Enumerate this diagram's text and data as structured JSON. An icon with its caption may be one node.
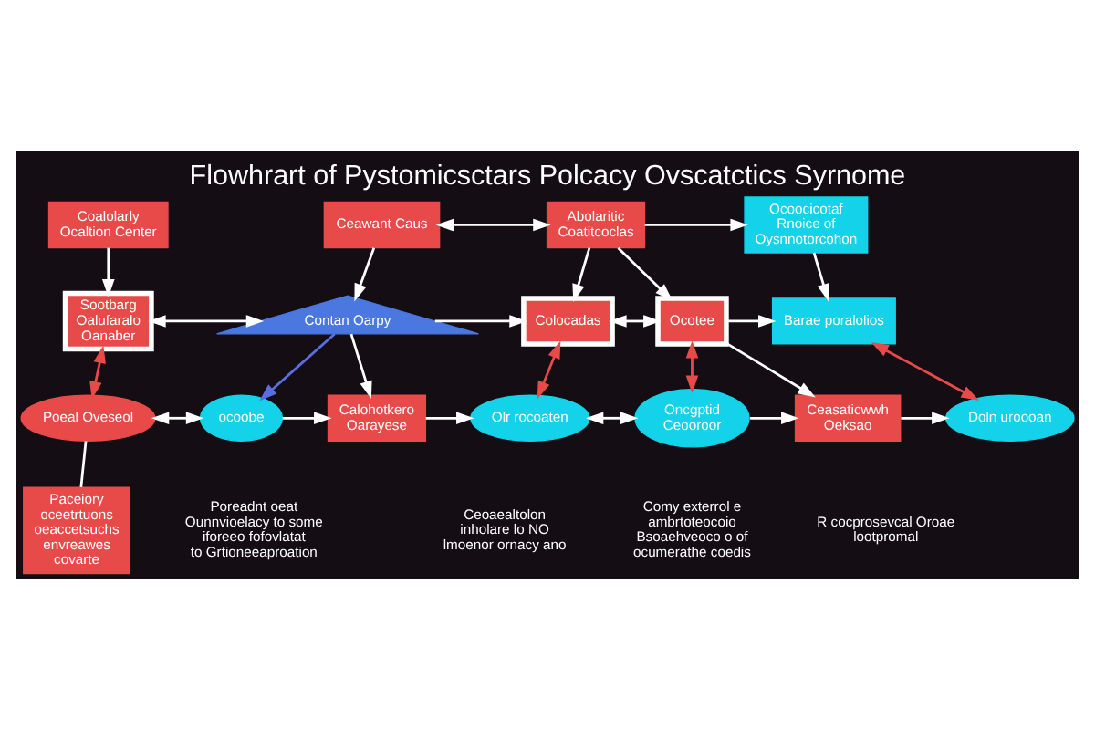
{
  "diagram": {
    "title": "Flowhrart of Pystomicsctars Polcacy Ovscatctics Syrnome",
    "nodes": [
      {
        "text": [
          "Coalolarly Ocaltion Center"
        ]
      },
      {
        "text": [
          "Ceawant Caus"
        ]
      },
      {
        "text": [
          "Abolaritic Coatitcoclas"
        ]
      },
      {
        "text": [
          "Ocoocicotaf Rnoice of Oysnnotorcohon"
        ]
      },
      {
        "text": [
          "Sootbarg Oalufaralo Oanaber"
        ]
      },
      {
        "text": [
          "Contan Oarpy"
        ]
      },
      {
        "text": [
          "Colocadas"
        ]
      },
      {
        "text": [
          "Ocotee"
        ]
      },
      {
        "text": [
          "Barae poralolios"
        ]
      },
      {
        "text": [
          "Poeal Oveseol"
        ]
      },
      {
        "text": [
          "ocoobe"
        ]
      },
      {
        "text": [
          "Calohotkero Oarayese"
        ]
      },
      {
        "text": [
          "Olr rocoaten"
        ]
      },
      {
        "text": [
          "Oncgptid Ceooroor"
        ]
      },
      {
        "text": [
          "Ceasaticwwh Oeksao"
        ]
      },
      {
        "text": [
          "Doln uroooan"
        ]
      },
      {
        "text": [
          "Paceiory oceetrtuons oeaccetsuchs envreawes covarte"
        ]
      }
    ],
    "edges": [
      {
        "from": 0,
        "to": 4,
        "arrow": "to"
      },
      {
        "from": 1,
        "to": 5,
        "arrow": "to"
      },
      {
        "from": 1,
        "to": 2,
        "arrow": "both"
      },
      {
        "from": 2,
        "to": 6,
        "arrow": "to"
      },
      {
        "from": 2,
        "to": 3,
        "arrow": "to"
      },
      {
        "from": 2,
        "to": 7,
        "arrow": "to"
      },
      {
        "from": 3,
        "to": 8,
        "arrow": "to"
      },
      {
        "from": 4,
        "to": 5,
        "arrow": "both"
      },
      {
        "from": 5,
        "to": 6,
        "arrow": "to"
      },
      {
        "from": 6,
        "to": 7,
        "arrow": "both"
      },
      {
        "from": 7,
        "to": 8,
        "arrow": "to"
      },
      {
        "from": 4,
        "to": 9,
        "arrow": "both",
        "color": "#e84a4a"
      },
      {
        "from": 5,
        "to": 10,
        "arrow": "to",
        "color": "#5a6ee0"
      },
      {
        "from": 5,
        "to": 11,
        "arrow": "to"
      },
      {
        "from": 6,
        "to": 12,
        "arrow": "both",
        "color": "#e84a4a"
      },
      {
        "from": 7,
        "to": 13,
        "arrow": "both",
        "color": "#e84a4a"
      },
      {
        "from": 7,
        "to": 14,
        "arrow": "to"
      },
      {
        "from": 8,
        "to": 15,
        "arrow": "both",
        "color": "#e84a4a"
      },
      {
        "from": 9,
        "to": 10,
        "arrow": "both"
      },
      {
        "from": 10,
        "to": 11,
        "arrow": "to"
      },
      {
        "from": 11,
        "to": 12,
        "arrow": "to"
      },
      {
        "from": 12,
        "to": 13,
        "arrow": "both"
      },
      {
        "from": 13,
        "to": 14,
        "arrow": "to"
      },
      {
        "from": 14,
        "to": 15,
        "arrow": "to"
      },
      {
        "from": 9,
        "to": 16,
        "arrow": "none"
      }
    ],
    "labels": [
      "Poreadnt oeat Ounnvioelacy to some iforeeo fofovlatat to Grtioneeaproation",
      "Ceoaealtolon inholare lo NO lmoenor ornacy ano",
      "Comy exterrol e ambrtoteocoio Bsoaehveoco o of ocumerathe coedis",
      "R cocprosevcal Oroae lootpromal"
    ]
  }
}
